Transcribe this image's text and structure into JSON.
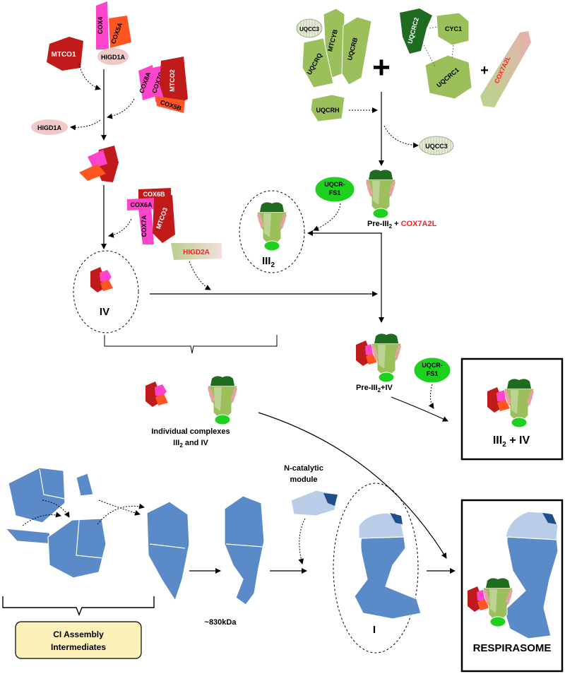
{
  "subunits": {
    "mtco1": "MTCO1",
    "cox4": "COX4",
    "cox5a": "COX5A",
    "higd1a": "HIGD1A",
    "higd1a_released": "HIGD1A",
    "cox8a": "COX8A",
    "cox7c": "COX7C",
    "mtco2": "MTCO2",
    "cox5b": "COX5B",
    "cox6b": "COX6B",
    "cox6a": "COX6A",
    "cox7a": "COX7A",
    "mtco3": "MTCO3",
    "higd2a": "HIGD2A",
    "uqcc3": "UQCC3",
    "uqcc3_released": "UQCC3",
    "mtcyb": "MTCYB",
    "uqcrb": "UQCRB",
    "uqcrq": "UQCRQ",
    "uqcrh": "UQCRH",
    "uqcrc2": "UQCRC2",
    "cyc1": "CYC1",
    "uqcrc1": "UQCRC1",
    "cox7a2l": "COX7A2L",
    "uqcrfs1_a": "UQCR-\nFS1",
    "uqcrfs1_b": "UQCR-\nFS1"
  },
  "symbols": {
    "plus_big": "+",
    "plus_small": "+"
  },
  "labels": {
    "pre_iii2_prefix": "Pre-III",
    "pre_iii2_sub": "2",
    "pre_iii2_plus": " + ",
    "pre_iii2_cox": "COX7A2L",
    "iii2_main": "III",
    "iii2_sub": "2",
    "iv": "IV",
    "pre_iii2_iv_prefix": "Pre-III",
    "pre_iii2_iv_sub": "2",
    "pre_iii2_iv_suffix": "+IV",
    "individual_line1": "Individual complexes",
    "individual_line2": "III",
    "individual_line2_sub": "2",
    "individual_line2_suffix": " and IV",
    "iii2_iv_main": "III",
    "iii2_iv_sub": "2",
    "iii2_iv_suffix": " + IV",
    "n_catalytic_line1": "N-catalytic",
    "n_catalytic_line2": "module",
    "kda": "~830kDa",
    "complex_i": "I",
    "ci_line1": "CI Assembly",
    "ci_line2": "Intermediates",
    "respirasome": "RESPIRASOME"
  },
  "colors": {
    "complex_i_blue": "#5b8ac9",
    "complex_i_light": "#b9cde8",
    "complex_iii_green": "#9bbf5a",
    "complex_iii_dark": "#1f6b1f",
    "complex_iv_red": "#c01a1a",
    "complex_iv_magenta": "#ff44cc",
    "complex_iv_orange": "#ff5522",
    "uqcrfs1_green": "#1fd11f",
    "ci_box_fill": "#fdf0b8",
    "accent_red_text": "#ff2020"
  }
}
